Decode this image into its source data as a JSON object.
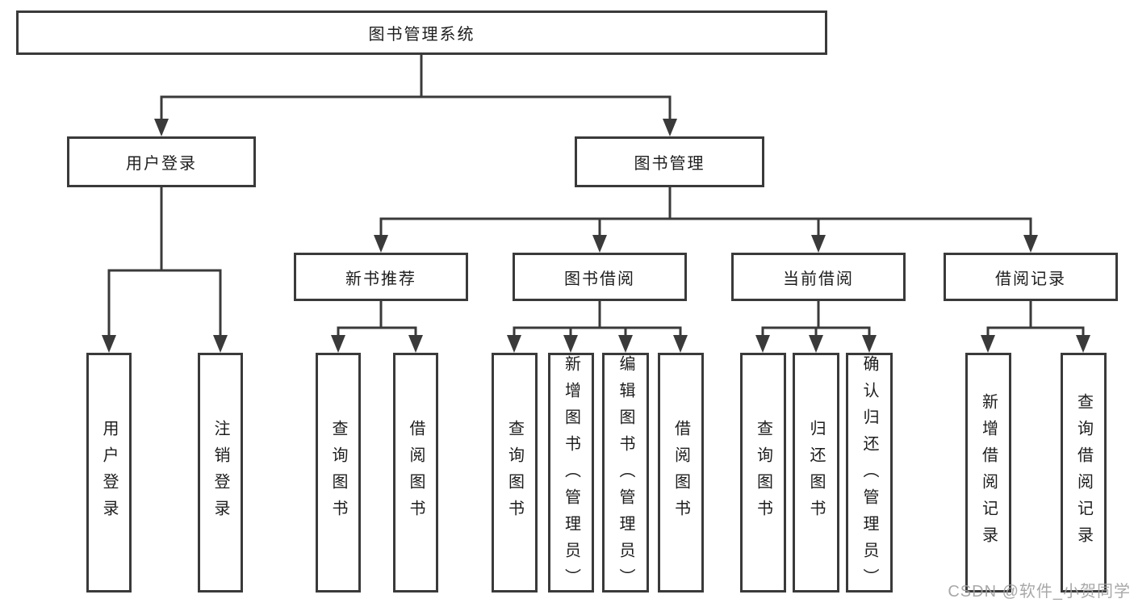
{
  "diagram": {
    "root": {
      "label": "图书管理系统"
    },
    "level2": {
      "user_login": {
        "label": "用户登录"
      },
      "book_mgmt": {
        "label": "图书管理"
      }
    },
    "level3": {
      "new_book": {
        "label": "新书推荐"
      },
      "book_borrow": {
        "label": "图书借阅"
      },
      "current_borrow": {
        "label": "当前借阅"
      },
      "borrow_record": {
        "label": "借阅记录"
      }
    },
    "leaves": {
      "user_login_login": {
        "label": "用户登录"
      },
      "user_login_logout": {
        "label": "注销登录"
      },
      "new_book_query": {
        "label": "查询图书"
      },
      "new_book_borrow": {
        "label": "借阅图书"
      },
      "book_borrow_query": {
        "label": "查询图书"
      },
      "book_borrow_add": {
        "label": "新增图书（管理员）"
      },
      "book_borrow_edit": {
        "label": "编辑图书（管理员）"
      },
      "book_borrow_borrow": {
        "label": "借阅图书"
      },
      "current_query": {
        "label": "查询图书"
      },
      "current_return": {
        "label": "归还图书"
      },
      "current_confirm": {
        "label": "确认归还（管理员）"
      },
      "record_add": {
        "label": "新增借阅记录"
      },
      "record_query": {
        "label": "查询借阅记录"
      }
    }
  },
  "watermark": {
    "text": "CSDN @软件_小贺同学"
  },
  "colors": {
    "line": "#3a3a3a",
    "text": "#1d1d1d",
    "watermark": "#9e9e9e",
    "background": "#ffffff"
  }
}
